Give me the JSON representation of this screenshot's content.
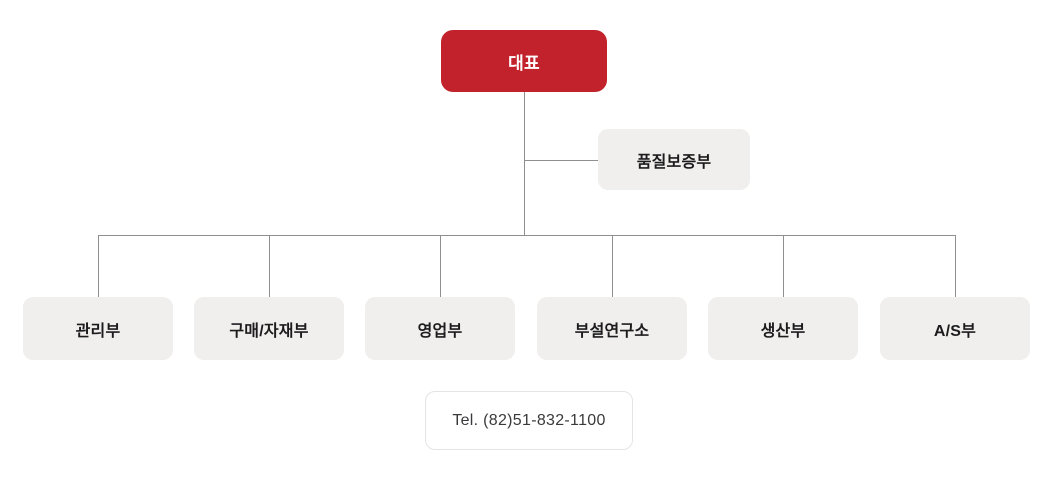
{
  "org_chart": {
    "ceo": "대표",
    "qa_dept": "품질보증부",
    "departments": [
      "관리부",
      "구매/자재부",
      "영업부",
      "부설연구소",
      "생산부",
      "A/S부"
    ],
    "tel": "Tel. (82)51-832-1100"
  },
  "colors": {
    "ceo_box_bg": "#c2222b",
    "ceo_box_text": "#ffffff",
    "dept_box_bg": "#f0efed",
    "dept_box_text": "#1c1c1e",
    "connector_line": "#8f8f8f",
    "tel_box_border": "#e4e4e4",
    "tel_box_text": "#3a3a3c",
    "page_background": "#ffffff"
  }
}
